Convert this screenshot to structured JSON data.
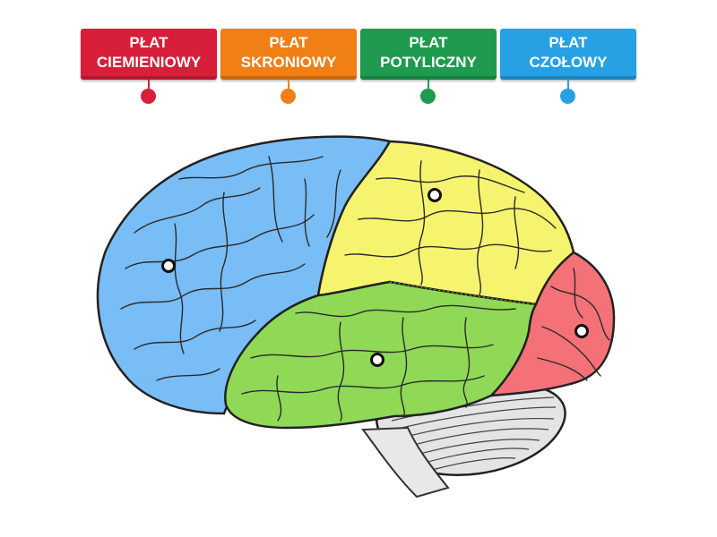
{
  "labels": [
    {
      "line1": "PŁAT",
      "line2": "CIEMIENIOWY",
      "color": "#d71f3a"
    },
    {
      "line1": "PŁAT",
      "line2": "SKRONIOWY",
      "color": "#f07f15"
    },
    {
      "line1": "PŁAT",
      "line2": "POTYLICZNY",
      "color": "#1f9a4e"
    },
    {
      "line1": "PŁAT",
      "line2": "CZOŁOWY",
      "color": "#27a1e3"
    }
  ],
  "lobe_colors": {
    "frontal": "#79bdf7",
    "parietal": "#f6f46e",
    "temporal": "#8fd957",
    "occipital": "#f57178",
    "cerebellum": "#e4e4e4"
  }
}
